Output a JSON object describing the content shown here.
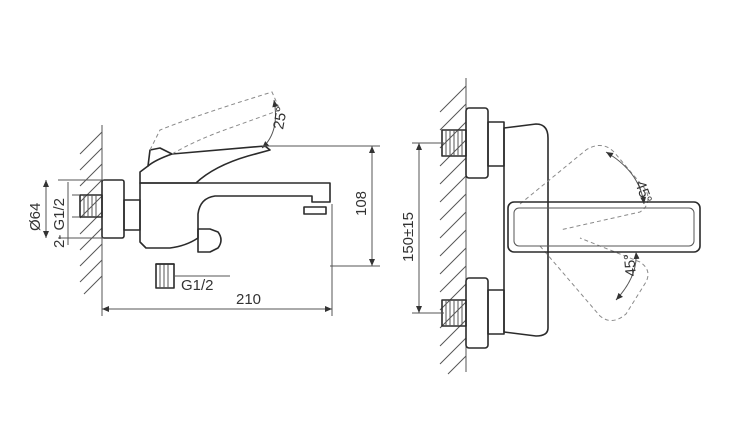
{
  "side_view": {
    "angle_label": "25°",
    "diameter_label": "Ø64",
    "thread_pair_label": "2- G1/2",
    "outlet_thread_label": "G1/2",
    "height_label": "108",
    "length_label": "210"
  },
  "front_view": {
    "spacing_label": "150±15",
    "upper_angle_label": "45°",
    "lower_angle_label": "45°"
  }
}
